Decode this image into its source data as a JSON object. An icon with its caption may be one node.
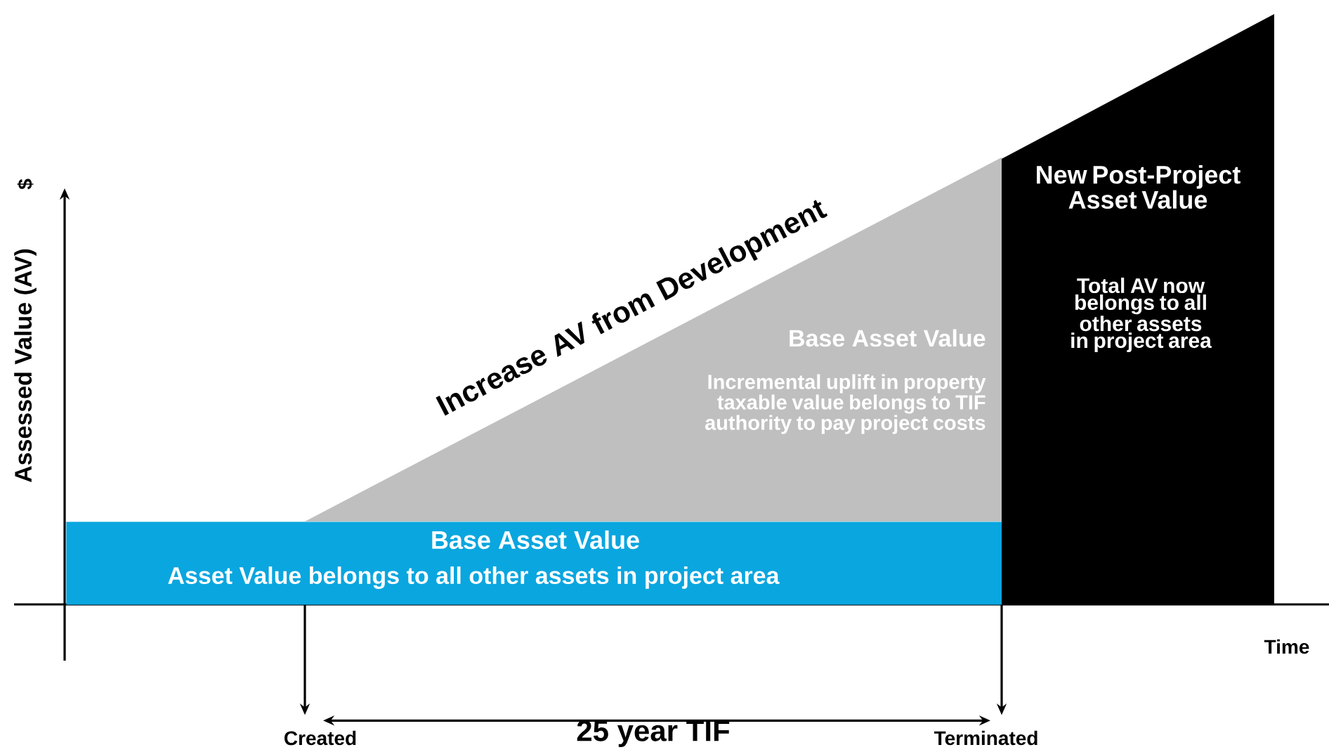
{
  "diagram": {
    "nodes": [
      {
        "text": [
          "Base Asset Value",
          "Asset Value belongs to all other assets in project area"
        ]
      },
      {
        "text": [
          "Base Asset Value",
          "Incremental uplift in property taxable value belongs to TIF authority to pay project costs"
        ],
        "beside": [
          "Increase AV from Development"
        ]
      },
      {
        "text": [
          "New Post-Project Asset Value",
          "Total AV now belongs to all other assets in project area"
        ]
      },
      {
        "text": [
          "Created"
        ]
      },
      {
        "text": [
          "Terminated"
        ]
      }
    ],
    "edges": [
      {
        "from": 0,
        "to": 3,
        "arrow": "to"
      },
      {
        "from": 2,
        "to": 4,
        "arrow": "to"
      },
      {
        "from": 3,
        "to": 4,
        "arrow": "both",
        "label": "25 year TIF"
      }
    ],
    "labels": [
      "$",
      "Assessed Value (AV)",
      "Time"
    ]
  }
}
